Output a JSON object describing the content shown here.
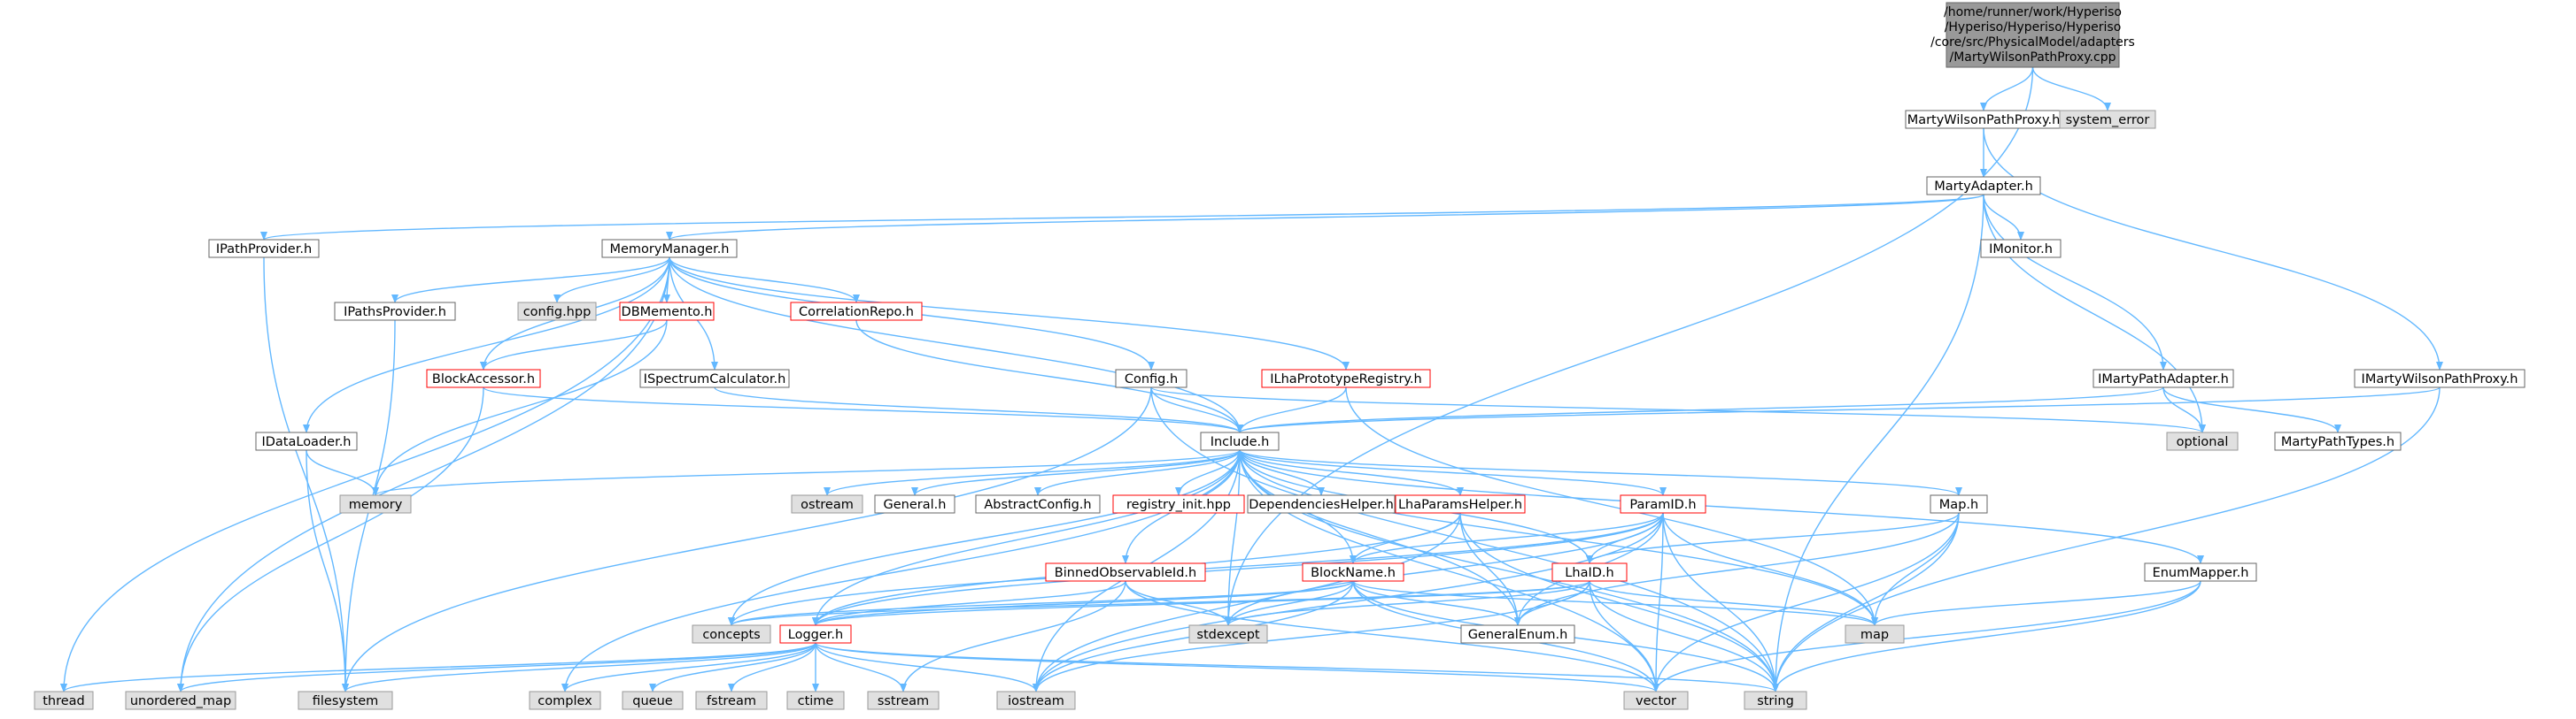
{
  "diagram": {
    "type": "include-dependency-graph",
    "colors": {
      "edge": "#63b8ff",
      "root_fill": "#999999",
      "root_border": "#666666",
      "file_fill": "#ffffff",
      "file_border": "#666666",
      "incomplete_border": "#ff0000",
      "system_fill": "#e0e0e0",
      "system_border": "#999999"
    },
    "root": {
      "lines": [
        "/home/runner/work/Hyperiso",
        "/Hyperiso/Hyperiso/Hyperiso",
        "/core/src/PhysicalModel/adapters",
        "/MartyWilsonPathProxy.cpp"
      ]
    },
    "nodes": {
      "martyWilsonPathProxyH": "MartyWilsonPathProxy.h",
      "systemError": "system_error",
      "martyAdapterH": "MartyAdapter.h",
      "iPathProviderH": "IPathProvider.h",
      "memoryManagerH": "MemoryManager.h",
      "iMonitorH": "IMonitor.h",
      "iPathsProviderH": "IPathsProvider.h",
      "configHpp": "config.hpp",
      "dbMementoH": "DBMemento.h",
      "correlationRepoH": "CorrelationRepo.h",
      "configH": "Config.h",
      "iMartyPathAdapterH": "IMartyPathAdapter.h",
      "iMartyWilsonPathProxyH": "IMartyWilsonPathProxy.h",
      "blockAccessorH": "BlockAccessor.h",
      "iSpectrumCalculatorH": "ISpectrumCalculator.h",
      "iLhaPrototypeRegistryH": "ILhaPrototypeRegistry.h",
      "includeH": "Include.h",
      "optional": "optional",
      "martyPathTypesH": "MartyPathTypes.h",
      "iDataLoaderH": "IDataLoader.h",
      "memory": "memory",
      "ostream": "ostream",
      "generalH": "General.h",
      "abstractConfigH": "AbstractConfig.h",
      "registryInitHpp": "registry_init.hpp",
      "dependenciesHelperH": "DependenciesHelper.h",
      "lhaParamsHelperH": "LhaParamsHelper.h",
      "paramIdH": "ParamID.h",
      "mapH": "Map.h",
      "binnedObservableIdH": "BinnedObservableId.h",
      "blockNameH": "BlockName.h",
      "lhaIdH": "LhaID.h",
      "enumMapperH": "EnumMapper.h",
      "concepts": "concepts",
      "stdexcept": "stdexcept",
      "generalEnumH": "GeneralEnum.h",
      "map": "map",
      "loggerH": "Logger.h",
      "thread": "thread",
      "unorderedMap": "unordered_map",
      "filesystem": "filesystem",
      "complex": "complex",
      "queue": "queue",
      "fstream": "fstream",
      "ctime": "ctime",
      "sstream": "sstream",
      "iostream": "iostream",
      "vector": "vector",
      "string": "string"
    }
  }
}
